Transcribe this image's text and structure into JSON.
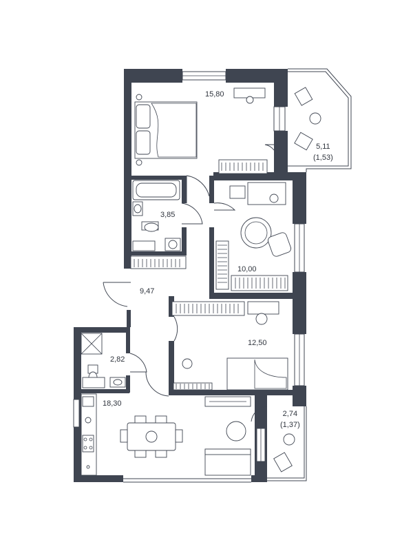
{
  "plan": {
    "colors": {
      "wall": "#3f4551",
      "background": "#ffffff"
    },
    "rooms": [
      {
        "id": "bedroom_top",
        "area": "15,80"
      },
      {
        "id": "balcony_top",
        "area": "5,11",
        "sub": "(1,53)"
      },
      {
        "id": "bathroom",
        "area": "3,85"
      },
      {
        "id": "bedroom_middle",
        "area": "10,00"
      },
      {
        "id": "hall",
        "area": "9,47"
      },
      {
        "id": "bedroom_lower",
        "area": "12,50"
      },
      {
        "id": "toilet",
        "area": "2,82"
      },
      {
        "id": "kitchen_living",
        "area": "18,30"
      },
      {
        "id": "balcony_bottom",
        "area": "2,74",
        "sub": "(1,37)"
      }
    ]
  }
}
